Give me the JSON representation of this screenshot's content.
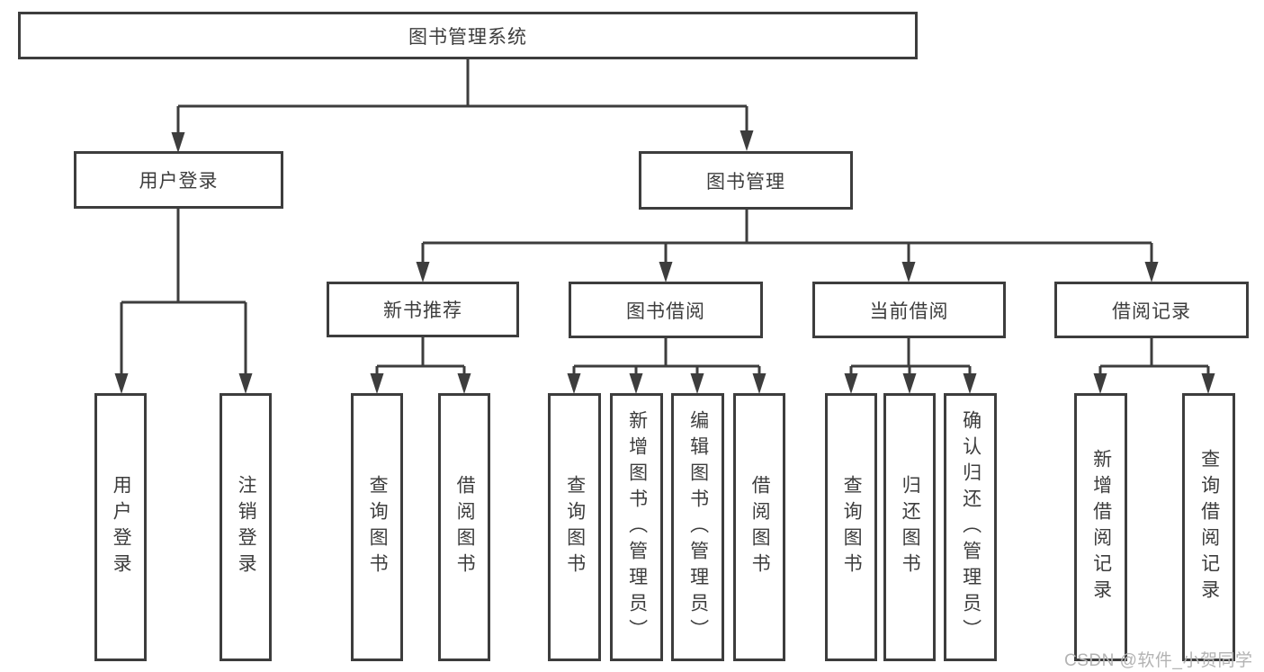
{
  "diagram": {
    "root": {
      "label": "图书管理系统"
    },
    "level2": [
      {
        "label": "用户登录"
      },
      {
        "label": "图书管理"
      }
    ],
    "level3": [
      {
        "label": "新书推荐"
      },
      {
        "label": "图书借阅"
      },
      {
        "label": "当前借阅"
      },
      {
        "label": "借阅记录"
      }
    ],
    "leaves": {
      "user_login": [
        "用户登录",
        "注销登录"
      ],
      "new_book": [
        "查询图书",
        "借阅图书"
      ],
      "borrow": [
        "查询图书",
        "新增图书（管理员）",
        "编辑图书（管理员）",
        "借阅图书"
      ],
      "current": [
        "查询图书",
        "归还图书",
        "确认归还（管理员）"
      ],
      "records": [
        "新增借阅记录",
        "查询借阅记录"
      ]
    }
  },
  "colors": {
    "line": "#3d3d3d",
    "text": "#3d3d3d",
    "watermark": "#b3b3b3",
    "background": "#ffffff"
  },
  "watermark": {
    "text": "CSDN @软件_小贺同学"
  }
}
